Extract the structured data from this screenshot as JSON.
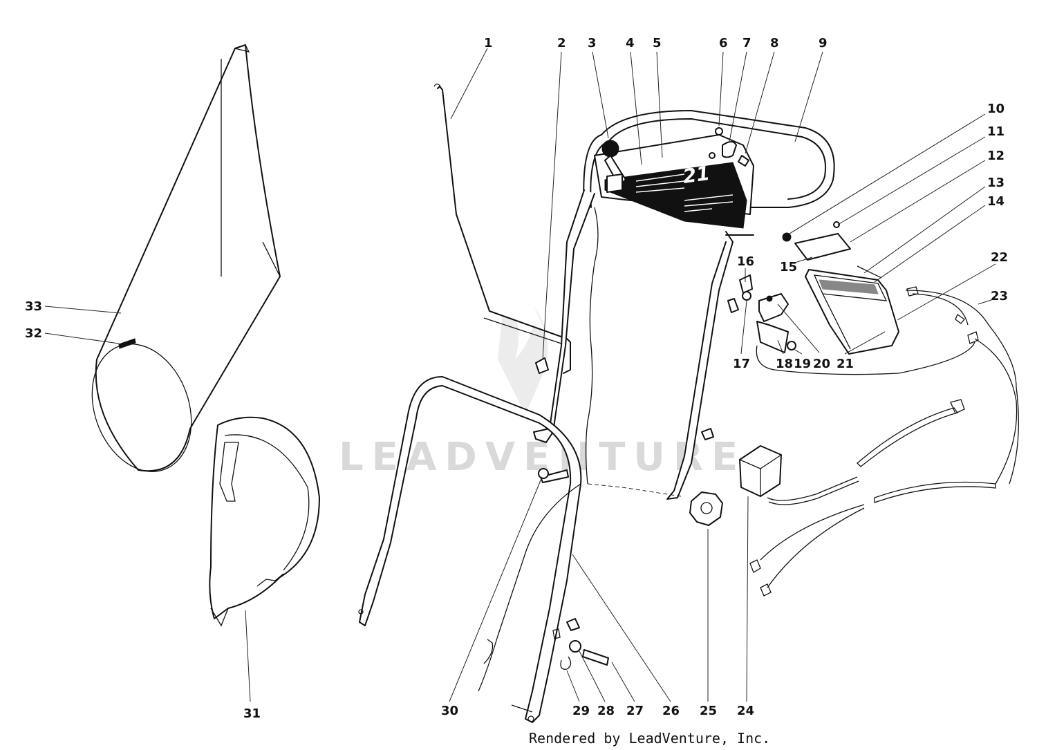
{
  "watermark": "LEADVENTURE",
  "credit": "Rendered by LeadVenture, Inc.",
  "decal_number": "21",
  "callouts": [
    {
      "id": "1",
      "label": "1"
    },
    {
      "id": "2",
      "label": "2"
    },
    {
      "id": "3",
      "label": "3"
    },
    {
      "id": "4",
      "label": "4"
    },
    {
      "id": "5",
      "label": "5"
    },
    {
      "id": "6",
      "label": "6"
    },
    {
      "id": "7",
      "label": "7"
    },
    {
      "id": "8",
      "label": "8"
    },
    {
      "id": "9",
      "label": "9"
    },
    {
      "id": "10",
      "label": "10"
    },
    {
      "id": "11",
      "label": "11"
    },
    {
      "id": "12",
      "label": "12"
    },
    {
      "id": "13",
      "label": "13"
    },
    {
      "id": "14",
      "label": "14"
    },
    {
      "id": "15",
      "label": "15"
    },
    {
      "id": "16",
      "label": "16"
    },
    {
      "id": "17",
      "label": "17"
    },
    {
      "id": "18",
      "label": "18"
    },
    {
      "id": "19",
      "label": "19"
    },
    {
      "id": "20",
      "label": "20"
    },
    {
      "id": "21",
      "label": "21"
    },
    {
      "id": "22",
      "label": "22"
    },
    {
      "id": "23",
      "label": "23"
    },
    {
      "id": "24",
      "label": "24"
    },
    {
      "id": "25",
      "label": "25"
    },
    {
      "id": "26",
      "label": "26"
    },
    {
      "id": "27",
      "label": "27"
    },
    {
      "id": "28",
      "label": "28"
    },
    {
      "id": "29",
      "label": "29"
    },
    {
      "id": "30",
      "label": "30"
    },
    {
      "id": "31",
      "label": "31"
    },
    {
      "id": "32",
      "label": "32"
    },
    {
      "id": "33",
      "label": "33"
    }
  ]
}
